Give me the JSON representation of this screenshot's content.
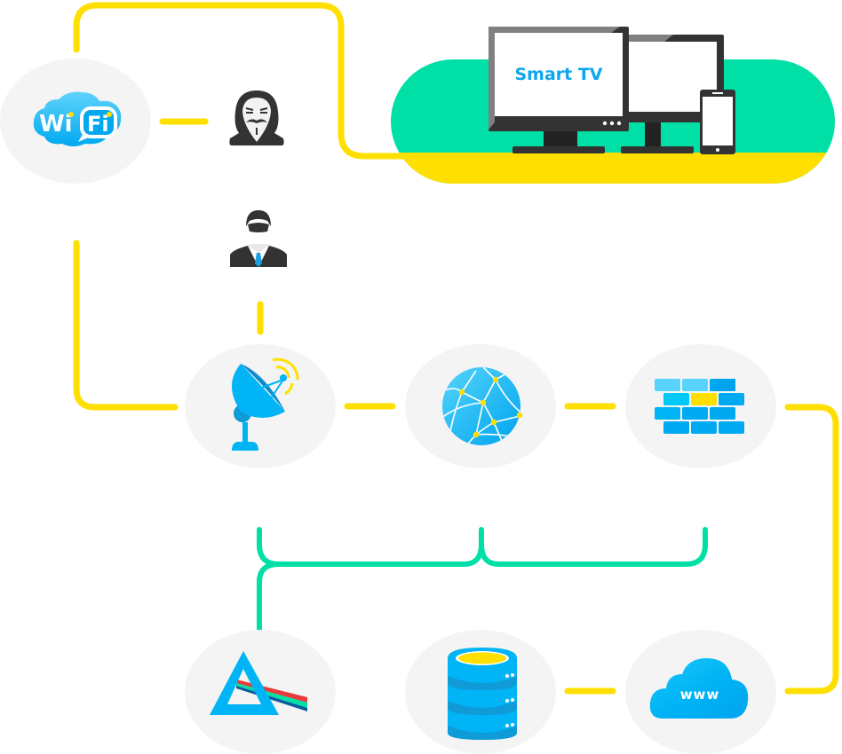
{
  "diagram": {
    "title": "",
    "colors": {
      "connector_yellow": "#ffdf00",
      "connector_green": "#00e0a6",
      "node_background": "#f4f4f4",
      "icon_blue": "#00b4f5",
      "icon_dark": "#333333",
      "pill_green": "#00e0a6"
    },
    "nodes": [
      {
        "id": "wifi",
        "label": "WiFi",
        "text_left": "Wi",
        "text_right": "Fi",
        "icon": "wifi-cloud-icon"
      },
      {
        "id": "hacker",
        "label": "Hacker",
        "icon": "hacker-mask-icon"
      },
      {
        "id": "agent",
        "label": "Security agent",
        "icon": "agent-sunglasses-icon"
      },
      {
        "id": "devices",
        "label": "Smart TV devices",
        "screen_text": "Smart TV",
        "icon": "devices-icon"
      },
      {
        "id": "satellite",
        "label": "Satellite dish",
        "icon": "satellite-dish-icon"
      },
      {
        "id": "network",
        "label": "Global network",
        "icon": "globe-network-icon"
      },
      {
        "id": "firewall",
        "label": "Firewall",
        "icon": "firewall-icon"
      },
      {
        "id": "prism",
        "label": "Prism",
        "icon": "prism-icon"
      },
      {
        "id": "database",
        "label": "Database",
        "icon": "database-icon"
      },
      {
        "id": "cloud",
        "label": "Cloud WWW",
        "text": "www",
        "icon": "cloud-www-icon"
      }
    ],
    "edges": [
      {
        "from": "wifi",
        "to": "hacker",
        "color": "yellow"
      },
      {
        "from": "wifi",
        "to": "devices",
        "color": "yellow"
      },
      {
        "from": "wifi",
        "to": "satellite",
        "color": "yellow"
      },
      {
        "from": "agent",
        "to": "satellite",
        "color": "yellow"
      },
      {
        "from": "satellite",
        "to": "network",
        "color": "yellow"
      },
      {
        "from": "network",
        "to": "firewall",
        "color": "yellow"
      },
      {
        "from": "firewall",
        "to": "cloud",
        "color": "yellow"
      },
      {
        "from": "database",
        "to": "cloud",
        "color": "yellow"
      },
      {
        "from": [
          "satellite",
          "network",
          "firewall"
        ],
        "to": "prism",
        "color": "green"
      }
    ]
  }
}
